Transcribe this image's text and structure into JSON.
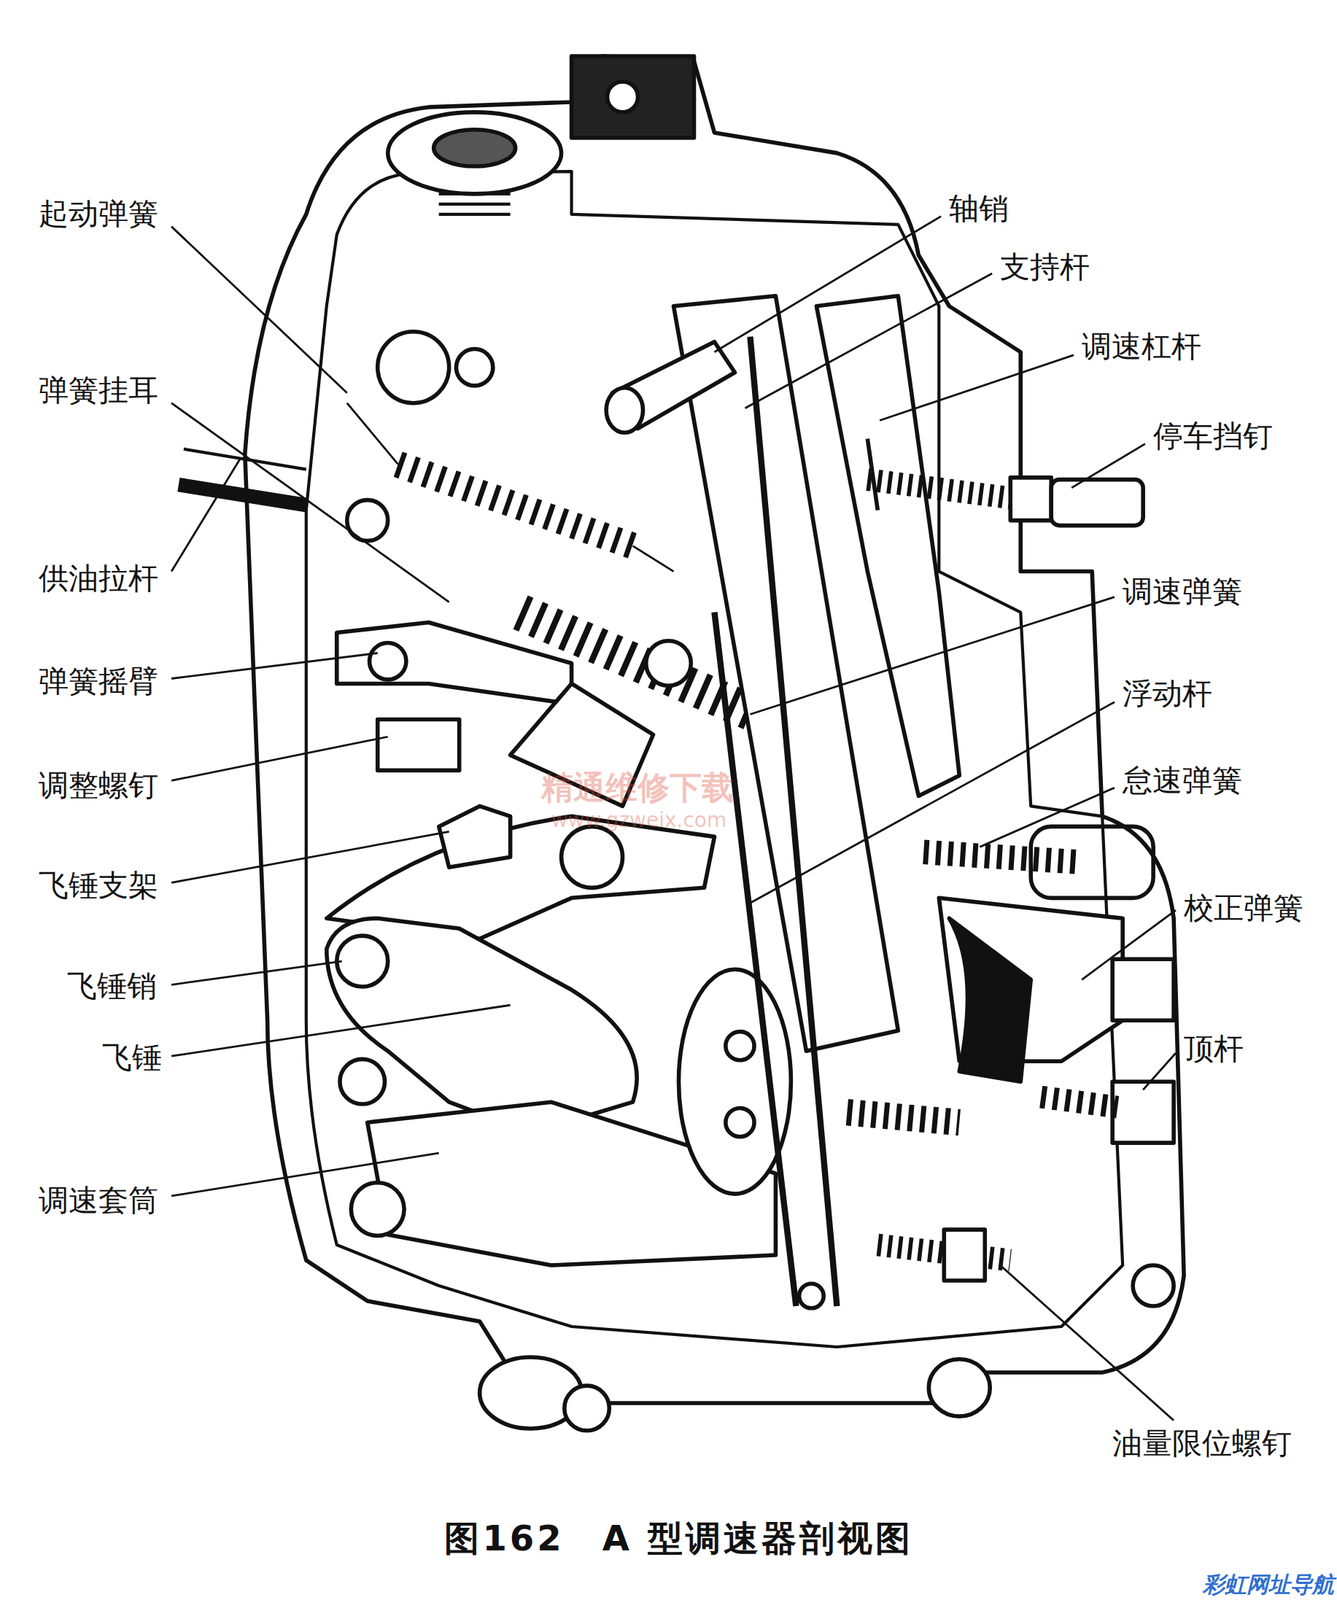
{
  "diagram": {
    "caption": "图162　A 型调速器剖视图",
    "labels": [
      "起动弹簧",
      "弹簧挂耳",
      "供油拉杆",
      "弹簧摇臂",
      "调整螺钉",
      "飞锤支架",
      "飞锤销",
      "飞锤",
      "调速套筒",
      "轴销",
      "支持杆",
      "调速杠杆",
      "停车挡钉",
      "调速弹簧",
      "浮动杆",
      "怠速弹簧",
      "校正弹簧",
      "顶杆",
      "油量限位螺钉",
      "精通维修下载",
      "www.gzweix.com",
      "彩虹网址导航"
    ]
  }
}
